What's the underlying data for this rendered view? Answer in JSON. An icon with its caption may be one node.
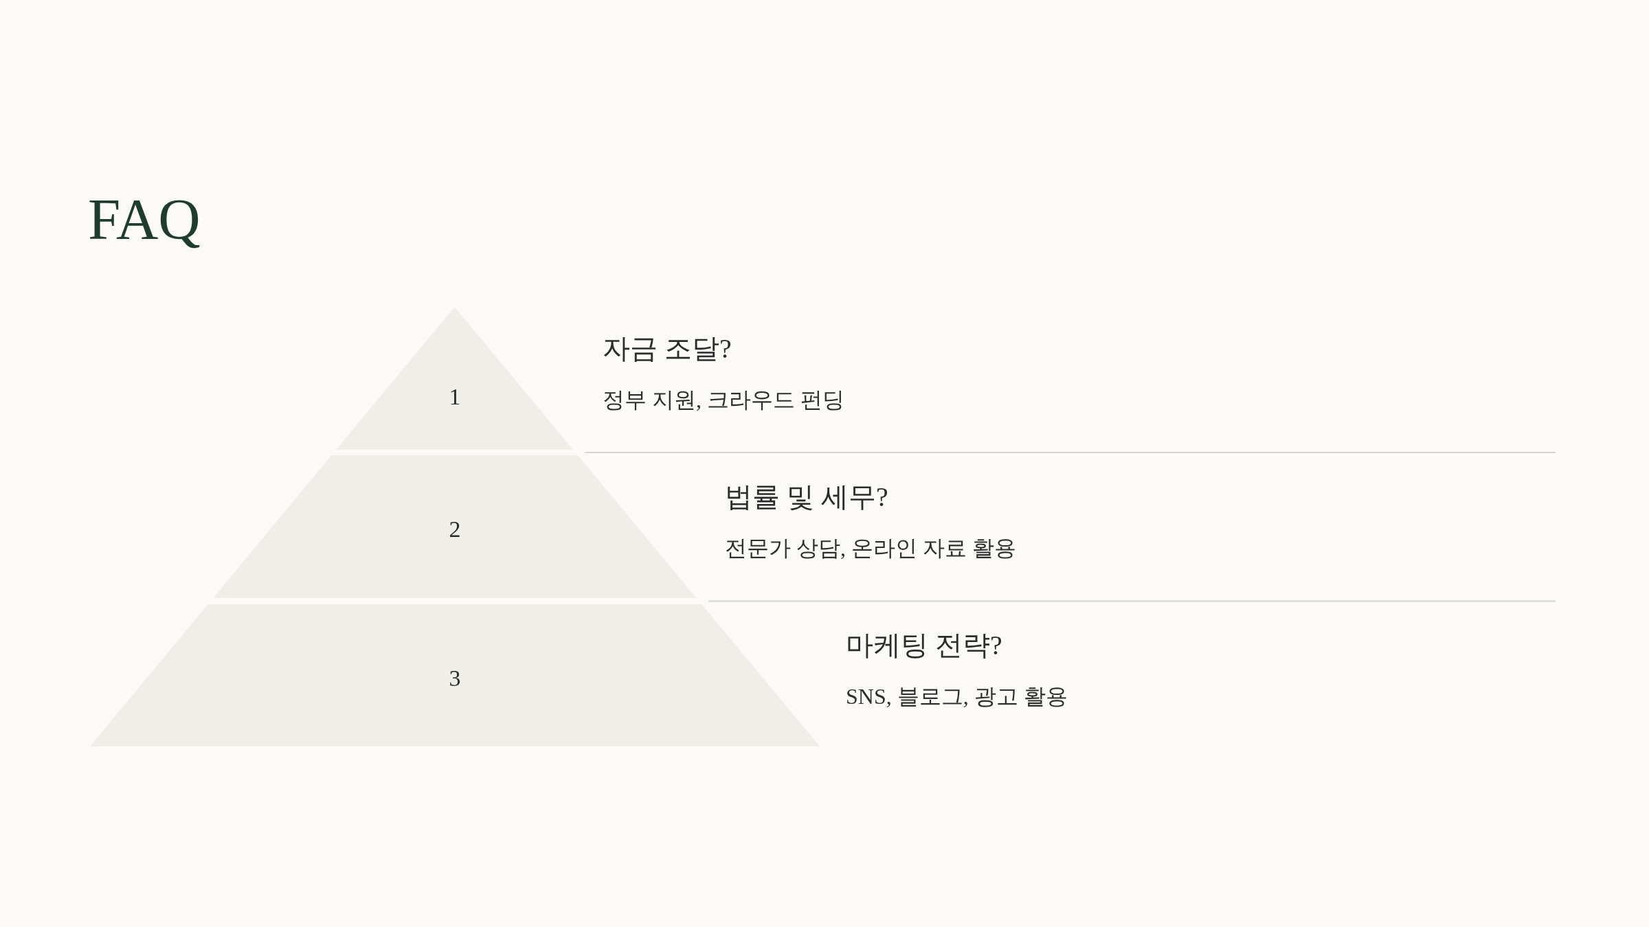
{
  "diagram": {
    "title": "FAQ",
    "nodes": [
      {
        "text": [
          "1"
        ],
        "beside": [
          "자금 조달?",
          "정부 지원, 크라우드 펀딩"
        ]
      },
      {
        "text": [
          "2"
        ],
        "beside": [
          "법률 및 세무?",
          "전문가 상담, 온라인 자료 활용"
        ]
      },
      {
        "text": [
          "3"
        ],
        "beside": [
          "마케팅 전략?",
          "SNS, 블로그, 광고 활용"
        ]
      }
    ]
  }
}
